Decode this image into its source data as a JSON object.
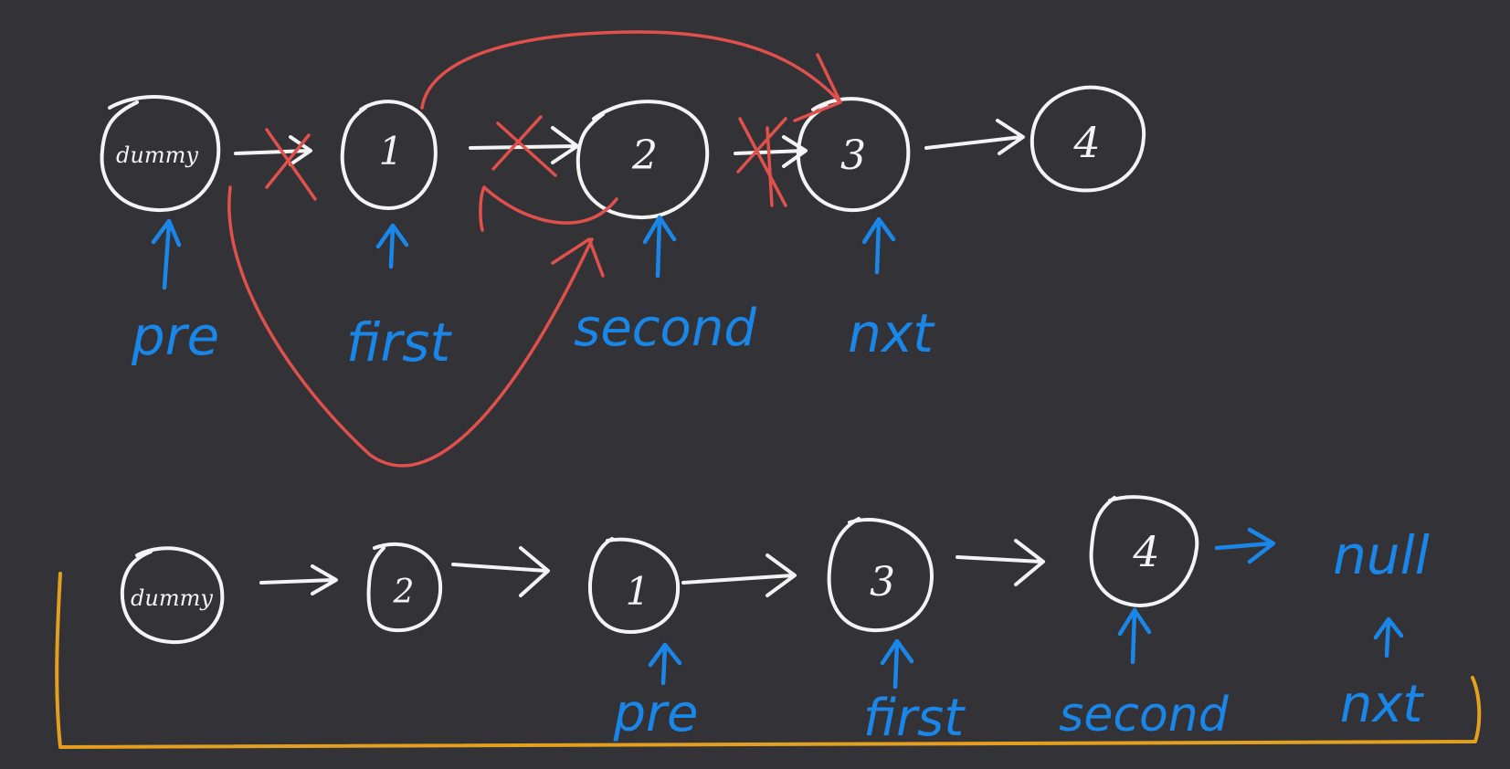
{
  "colors": {
    "background": "#333236",
    "node_ink": "#f4f4f4",
    "pointer_ink": "#1a86e8",
    "rewire_ink": "#e0504c",
    "bracket_ink": "#e3a020"
  },
  "before": {
    "nodes": [
      "dummy",
      "1",
      "2",
      "3",
      "4"
    ],
    "pointers": [
      "pre",
      "first",
      "second",
      "nxt"
    ]
  },
  "after": {
    "nodes": [
      "dummy",
      "2",
      "1",
      "3",
      "4"
    ],
    "tail": "null",
    "pointers": [
      "pre",
      "first",
      "second",
      "nxt"
    ]
  }
}
